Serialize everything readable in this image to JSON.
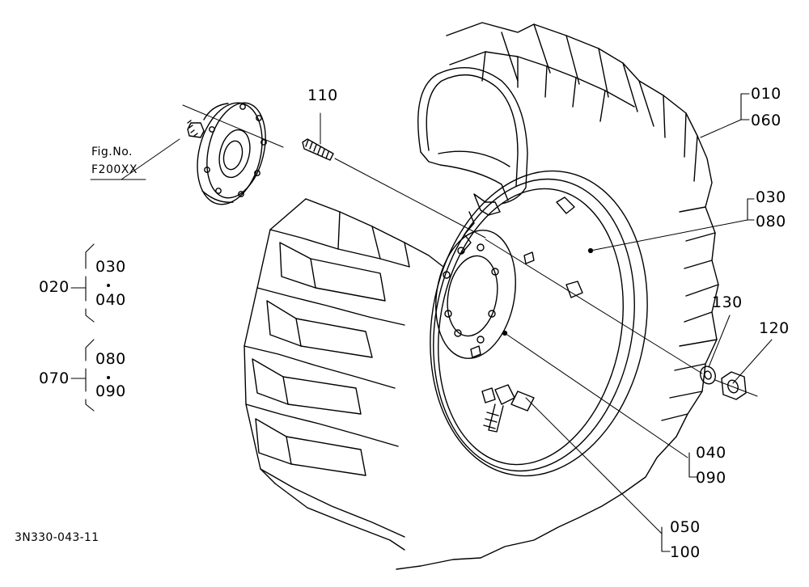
{
  "figure_ref": {
    "line1": "Fig.No.",
    "line2": "F200XX"
  },
  "diagram_code": "3N330-043-11",
  "callouts": {
    "c110": "110",
    "c010": "010",
    "c060": "060",
    "c030_right": "030",
    "c080_right": "080",
    "c130": "130",
    "c120": "120",
    "c040_right": "040",
    "c090_right": "090",
    "c050": "050",
    "c100": "100"
  },
  "groups": {
    "g020": {
      "parent": "020",
      "top": "030",
      "bottom": "040"
    },
    "g070": {
      "parent": "070",
      "top": "080",
      "bottom": "090"
    }
  }
}
